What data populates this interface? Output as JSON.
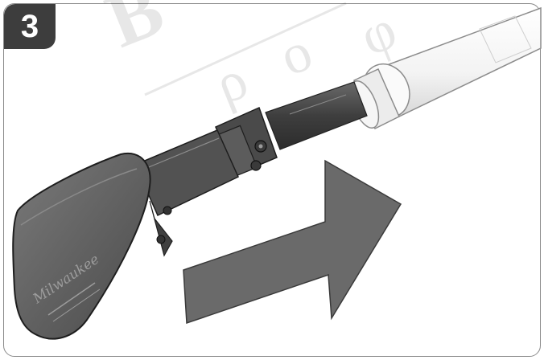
{
  "step": {
    "number": "3"
  },
  "illustration": {
    "tool_logo": "Milwaukee",
    "arrow_direction": "right",
    "colors": {
      "badge": "#3d3d3d",
      "frame": "#8a8a8a",
      "tool_body": "#5a5a5a",
      "arrow": "#6a6a6a",
      "tube": "#f2f2f2"
    }
  }
}
